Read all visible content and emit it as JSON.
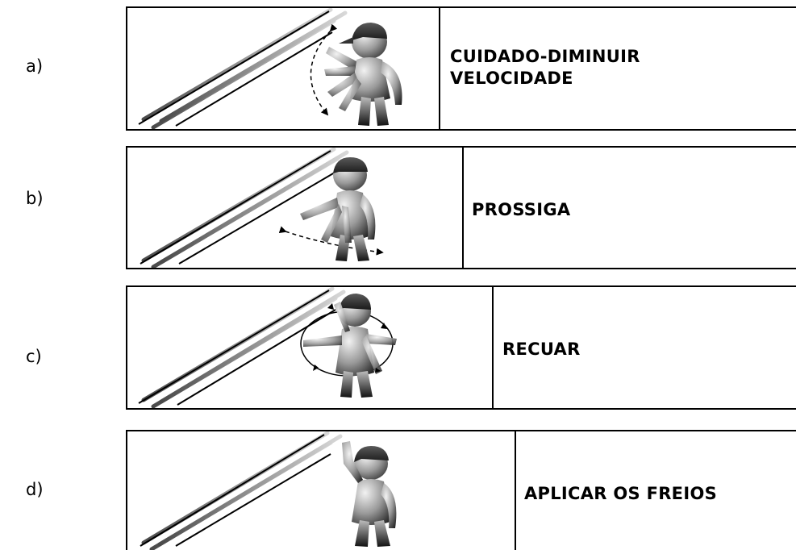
{
  "options": [
    {
      "label": "a)",
      "meaning": "CUIDADO-DIMINUIR VELOCIDADE",
      "meaning_lines": [
        "CUIDADO-DIMINUIR",
        "VELOCIDADE"
      ]
    },
    {
      "label": "b)",
      "meaning": "PROSSIGA",
      "meaning_lines": [
        "PROSSIGA"
      ]
    },
    {
      "label": "c)",
      "meaning": "RECUAR",
      "meaning_lines": [
        "RECUAR"
      ]
    },
    {
      "label": "d)",
      "meaning": "APLICAR OS FREIOS",
      "meaning_lines": [
        "APLICAR OS FREIOS"
      ]
    }
  ]
}
